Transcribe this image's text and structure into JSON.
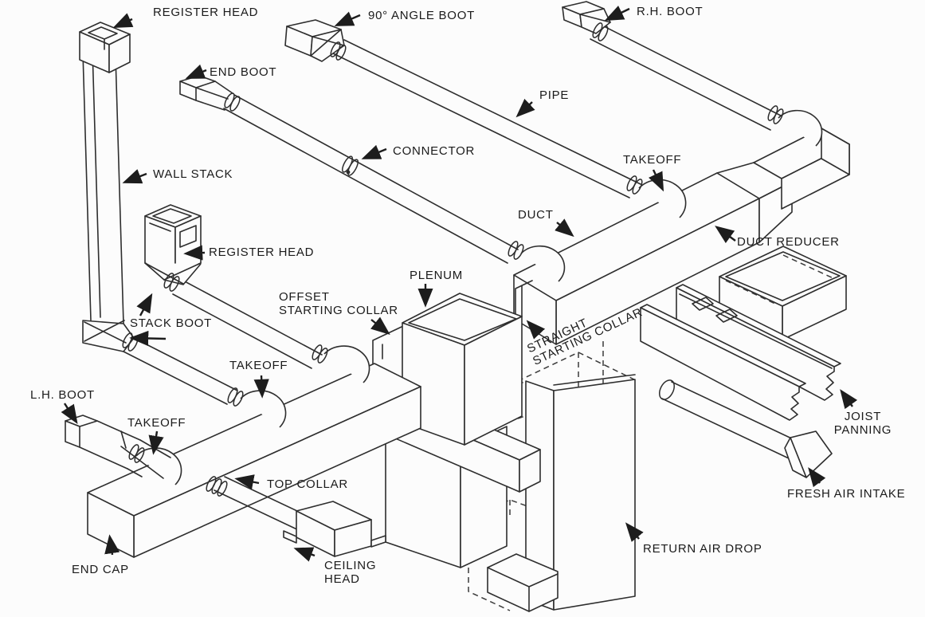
{
  "colors": {
    "background": "#fcfcfc",
    "line": "#2e2e2e",
    "text": "#1b1b1b"
  },
  "labels": {
    "register_head_top": "REGISTER HEAD",
    "angle_boot_90": "90° ANGLE BOOT",
    "rh_boot": "R.H. BOOT",
    "end_boot": "END BOOT",
    "pipe": "PIPE",
    "connector": "CONNECTOR",
    "takeoff_right": "TAKEOFF",
    "wall_stack": "WALL STACK",
    "duct": "DUCT",
    "duct_reducer": "DUCT REDUCER",
    "register_head_mid": "REGISTER HEAD",
    "plenum": "PLENUM",
    "offset_starting_collar": {
      "line1": "OFFSET",
      "line2": "STARTING COLLAR"
    },
    "straight_starting_collar": {
      "line1": "STRAIGHT",
      "line2": "STARTING COLLAR"
    },
    "stack_boot": "STACK BOOT",
    "takeoff_mid": "TAKEOFF",
    "lh_boot": "L.H. BOOT",
    "takeoff_left": "TAKEOFF",
    "top_collar": "TOP COLLAR",
    "end_cap": "END CAP",
    "ceiling_head": {
      "line1": "CEILING",
      "line2": "HEAD"
    },
    "joist_panning": {
      "line1": "JOIST",
      "line2": "PANNING"
    },
    "fresh_air_intake": "FRESH AIR INTAKE",
    "return_air_drop": "RETURN AIR DROP"
  }
}
